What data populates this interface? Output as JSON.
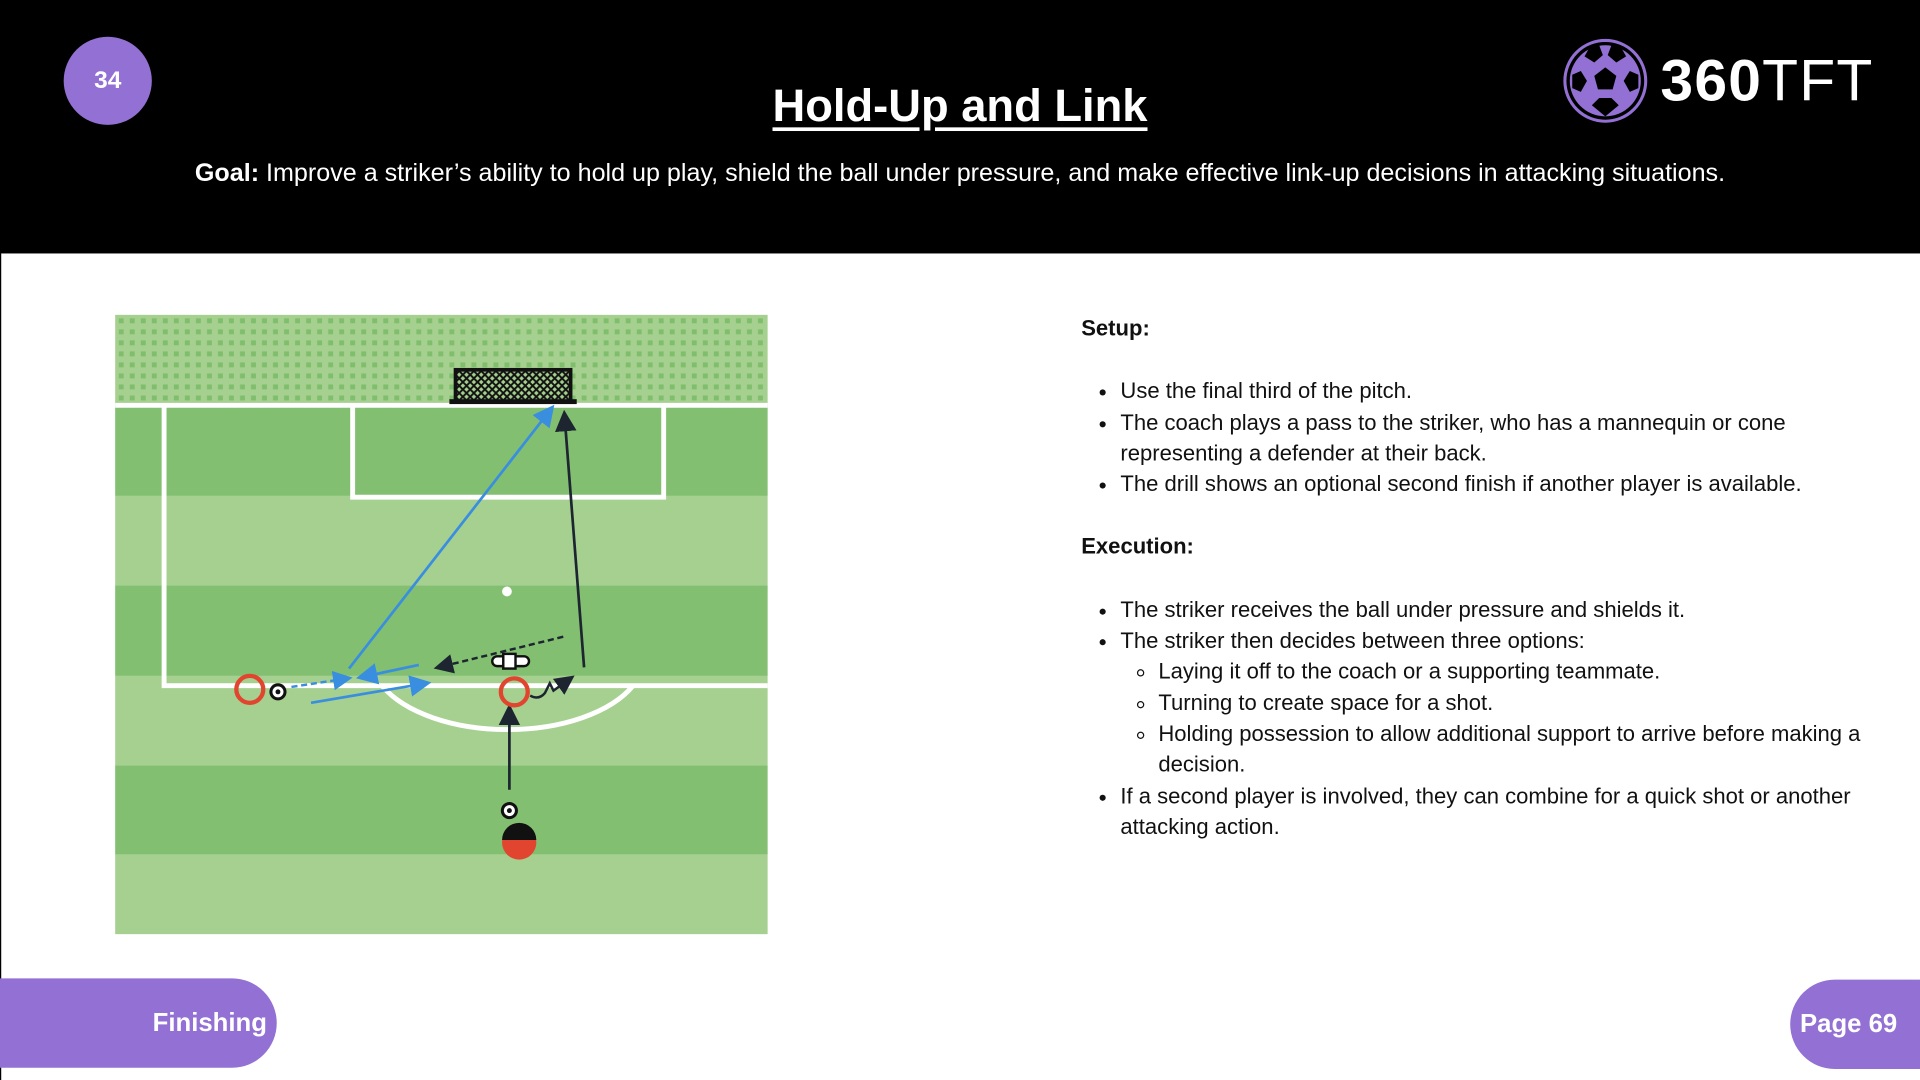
{
  "header": {
    "drill_number": "34",
    "title": "Hold-Up and Link",
    "goal_label": "Goal:",
    "goal_text": " Improve a striker’s ability to hold up play, shield the ball under pressure, and make effective link-up decisions in attacking situations.",
    "logo_text_bold": "360",
    "logo_text_light": "TFT"
  },
  "diagram": {
    "colors": {
      "pitch_dark": "#82bf70",
      "pitch_light": "#a6d08f",
      "blue_arrow": "#3a8ee0",
      "red_ring": "#e2452f"
    }
  },
  "setup": {
    "heading": "Setup:",
    "items": [
      "Use the final third of the pitch.",
      "The coach plays a pass to the striker, who has a mannequin or cone representing a defender at their back.",
      "The drill shows an optional second finish if another player is available."
    ]
  },
  "execution": {
    "heading": "Execution:",
    "items": [
      "The striker receives the ball under pressure and shields it.",
      "The striker then decides between three options:",
      "If a second player is involved, they can combine for a quick shot or another attacking action."
    ],
    "options": [
      "Laying it off to the coach or a supporting teammate.",
      "Turning to create space for a shot.",
      "Holding possession to allow additional support to arrive before making a decision."
    ]
  },
  "footer": {
    "category": "Finishing",
    "page": "Page 69"
  },
  "accent_color": "#9370d3"
}
